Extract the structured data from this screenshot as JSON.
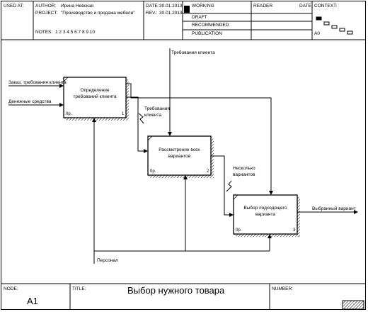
{
  "header": {
    "used_at_label": "USED AT:",
    "author_label": "AUTHOR:",
    "author_value": "Ирина Невская",
    "project_label": "PROJECT:",
    "project_value": "\"Производство и продажа мебели\"",
    "notes_label": "NOTES:",
    "notes_value": "1  2  3  4  5  6  7  8  9  10",
    "date_label": "DATE:",
    "date_value": "30.01.2013",
    "rev_label": "REV.:",
    "rev_value": "30.01.2013",
    "status_working": "WORKING",
    "status_draft": "DRAFT",
    "status_recommended": "RECOMMENDED",
    "status_publication": "PUBLICATION",
    "reader_label": "READER",
    "reader_date_label": "DATE",
    "context_label": "CONTEXT:",
    "context_node": "A0"
  },
  "diagram": {
    "boxes": [
      {
        "label_line1": "Определение",
        "label_line2": "требований клиента",
        "cost": "0р.",
        "number": "1"
      },
      {
        "label_line1": "Рассмотрение всех",
        "label_line2": "вариантов",
        "cost": "0р.",
        "number": "2"
      },
      {
        "label_line1": "Выбор подходящего",
        "label_line2": "варианта",
        "cost": "0р.",
        "number": "3"
      }
    ],
    "arrows": {
      "input_order": "Заказ, требования клиента",
      "input_money": "Денежные средства",
      "control_client_req": "Требования клиента",
      "mid_client_req_line1": "Требования",
      "mid_client_req_line2": "клиента",
      "mid_variants_line1": "Несколько",
      "mid_variants_line2": "вариантов",
      "mechanism_staff": "Персонал",
      "output_chosen": "Выбранный вариант"
    }
  },
  "footer": {
    "node_label": "NODE:",
    "node_value": "A1",
    "title_label": "TITLE:",
    "title_value": "Выбор нужного  товара",
    "number_label": "NUMBER:"
  }
}
